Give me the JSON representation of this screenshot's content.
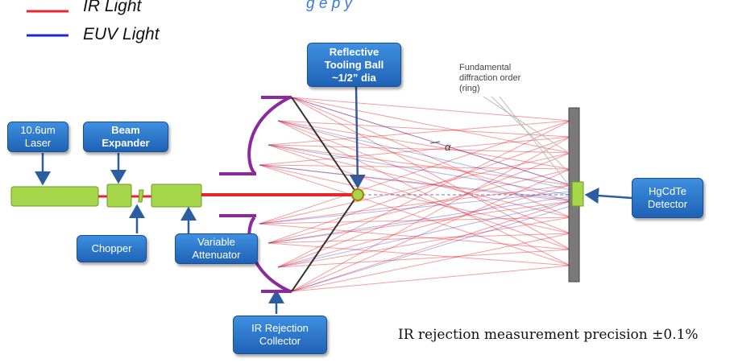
{
  "caption_partial": "g e        p        y",
  "legend": [
    {
      "label": "IR Light",
      "color": "#e8252b"
    },
    {
      "label": "EUV Light",
      "color": "#1a2ad0"
    }
  ],
  "labels": {
    "laser": "10.6um\nLaser",
    "expander": "Beam\nExpander",
    "chopper": "Chopper",
    "attenuator": "Variable\nAttenuator",
    "tooling_ball": "Reflective\nTooling Ball\n~1/2” dia",
    "collector": "IR Rejection\nCollector",
    "detector": "HgCdTe\nDetector",
    "diffraction_note": "Fundamental\ndiffraction order\n(ring)",
    "alpha": "α",
    "precision": "IR rejection measurement precision ±0.1%"
  },
  "colors": {
    "box_blue": "#2a74c9",
    "component_green": "#a6d64a",
    "collector_purple": "#8b2a9c",
    "detector_plate": "#777777",
    "ir_red": "#e8252b",
    "euv_blue": "#1a2ad0"
  }
}
